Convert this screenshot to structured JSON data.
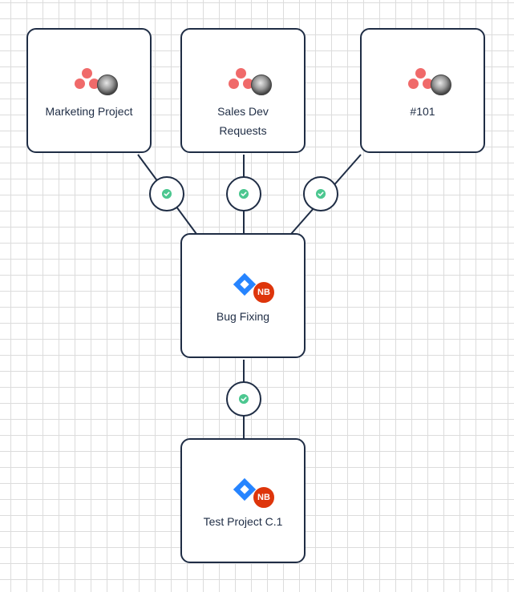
{
  "diagram": {
    "nodes": [
      {
        "id": "marketing",
        "label": "Marketing Project",
        "app": "asana-logo-icon",
        "avatar": "user-photo-avatar"
      },
      {
        "id": "sales",
        "label": "Sales Dev Requests",
        "app": "asana-logo-icon",
        "avatar": "user-photo-avatar"
      },
      {
        "id": "n101",
        "label": "#101",
        "app": "asana-logo-icon",
        "avatar": "user-photo-avatar"
      },
      {
        "id": "bug",
        "label": "Bug Fixing",
        "app": "jira-logo-icon",
        "avatar_initials": "NB"
      },
      {
        "id": "test",
        "label": "Test Project C.1",
        "app": "jira-logo-icon",
        "avatar_initials": "NB"
      }
    ],
    "edges": [
      {
        "from": "marketing",
        "to": "bug",
        "status": "check-icon"
      },
      {
        "from": "sales",
        "to": "bug",
        "status": "check-icon"
      },
      {
        "from": "n101",
        "to": "bug",
        "status": "check-icon"
      },
      {
        "from": "bug",
        "to": "test",
        "status": "check-icon"
      }
    ],
    "colors": {
      "border": "#1f2d45",
      "asana": "#f06a6a",
      "jira": "#2684ff",
      "check": "#4cc790",
      "nb_avatar": "#de350b",
      "grid": "#dcdcdc"
    }
  }
}
